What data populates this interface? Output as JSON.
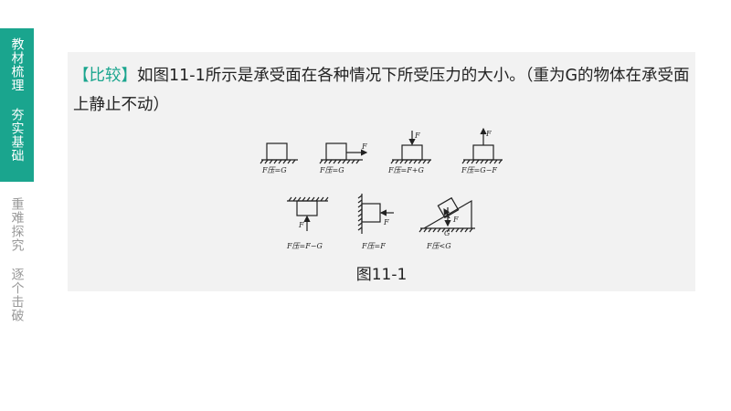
{
  "sidebar": {
    "active_tab": "教材梳理 夯实基础",
    "inactive_tab": "重难探究 逐个击破"
  },
  "question": {
    "tag": "【比较】",
    "text": "如图11-1所示是承受面在各种情况下所受压力的大小。（重为G的物体在承受面上静止不动）"
  },
  "figure": {
    "caption": "图11-1",
    "force_label": "F",
    "gravity_label": "G",
    "panels": [
      "F压=G",
      "F压=G",
      "F压=F+G",
      "F压=G−F",
      "F压=F−G",
      "F压=F",
      "F压<G"
    ]
  },
  "colors": {
    "accent": "#1aa58e",
    "panel_bg": "#f2f2f2",
    "inactive_text": "#9a9a9a"
  }
}
